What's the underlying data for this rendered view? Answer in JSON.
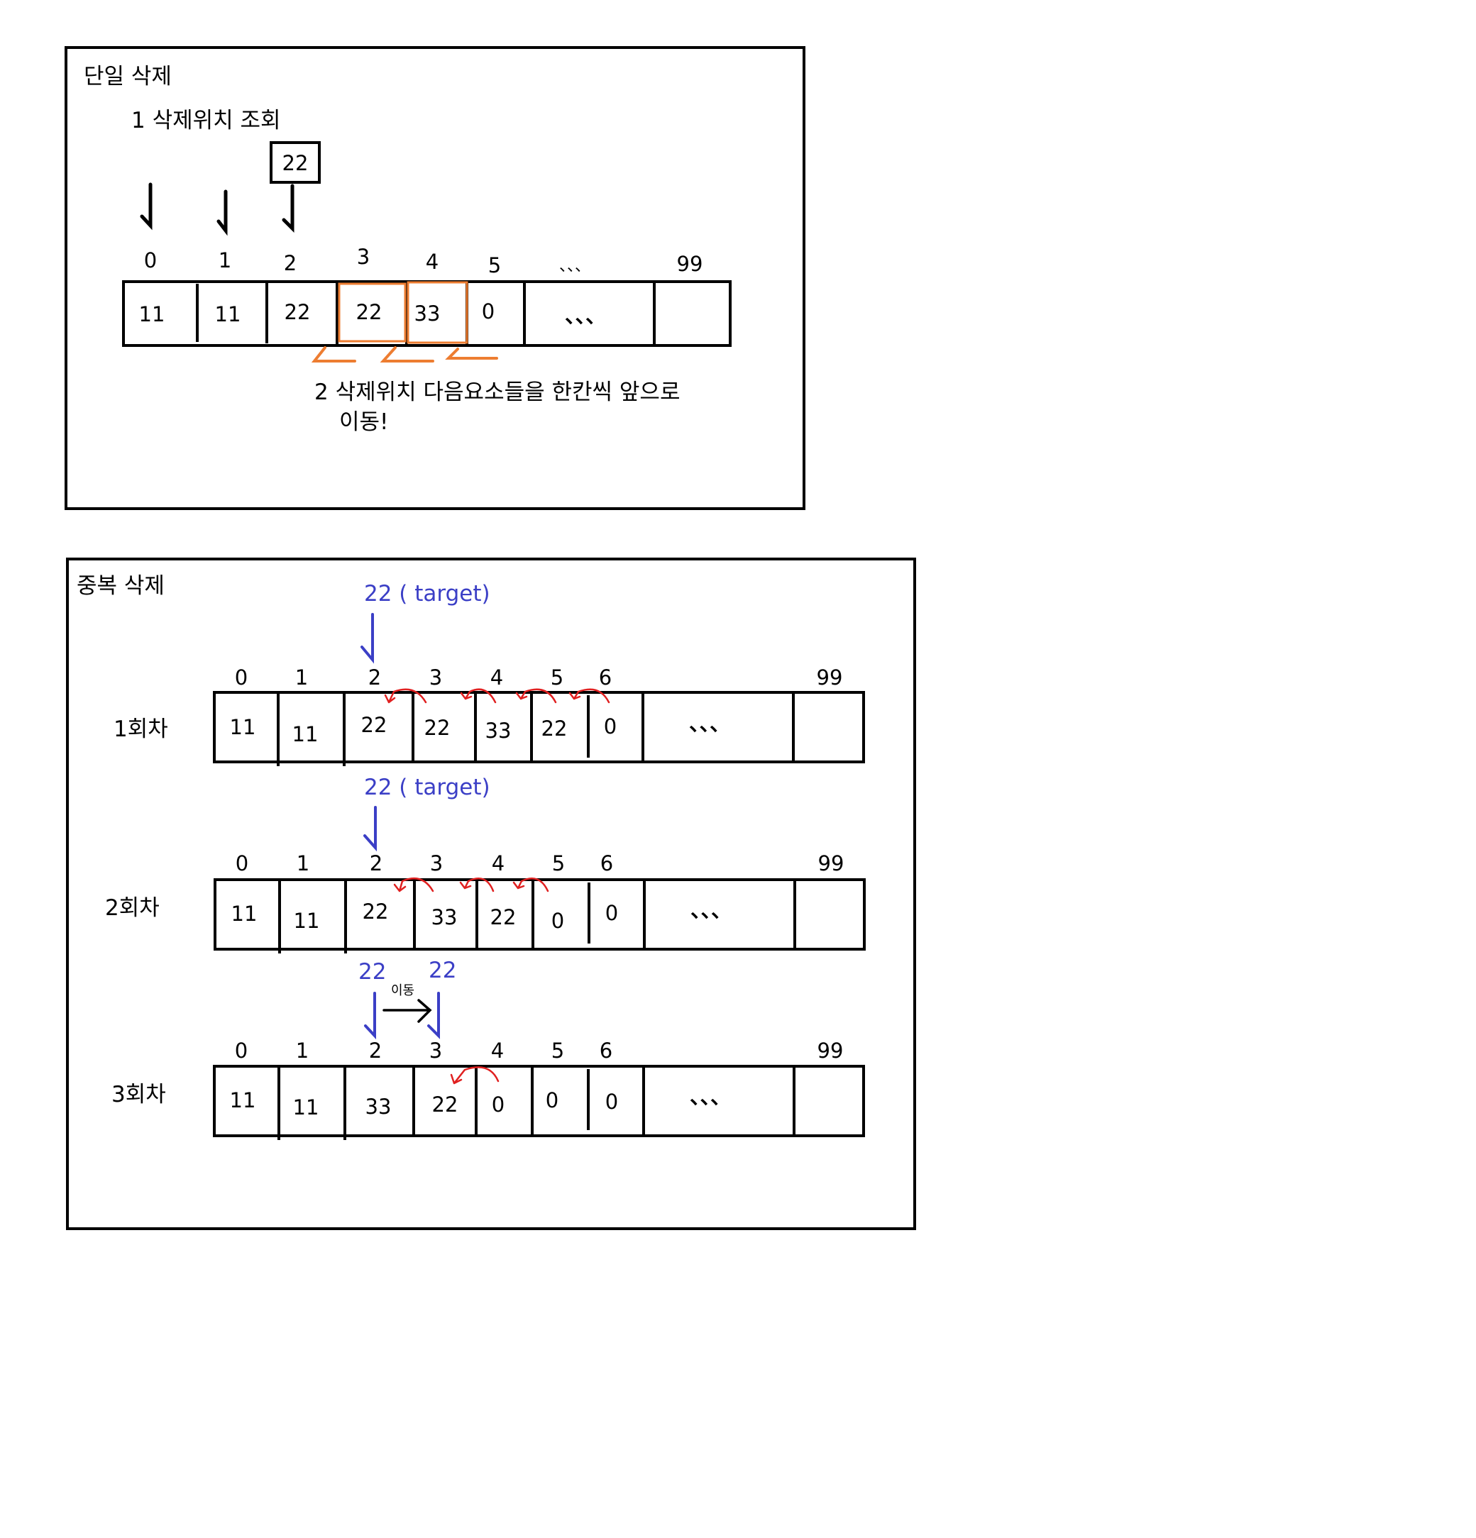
{
  "single": {
    "title": "단일 삭제",
    "step1": "1 삭제위치 조회",
    "search_value": "22",
    "indices": [
      "0",
      "1",
      "2",
      "3",
      "4",
      "5",
      "99"
    ],
    "dots": "、、、",
    "cells": [
      "11",
      "11",
      "22",
      "22",
      "33",
      "0",
      "、、、",
      ""
    ],
    "step2_line1": "2 삭제위치 다음요소들을 한칸씩 앞으로",
    "step2_line2": "이동!"
  },
  "multi": {
    "title": "중복 삭제",
    "rounds": [
      {
        "label": "1회차",
        "target": "22 ( target)",
        "indices": [
          "0",
          "1",
          "2",
          "3",
          "4",
          "5",
          "6",
          "99"
        ],
        "cells": [
          "11",
          "11",
          "22",
          "22",
          "33",
          "22",
          "0",
          "、、、",
          ""
        ]
      },
      {
        "label": "2회차",
        "target": "22 ( target)",
        "indices": [
          "0",
          "1",
          "2",
          "3",
          "4",
          "5",
          "6",
          "99"
        ],
        "cells": [
          "11",
          "11",
          "22",
          "33",
          "22",
          "0",
          "0",
          "、、、",
          ""
        ]
      },
      {
        "label": "3회차",
        "target_a": "22",
        "target_b": "22",
        "move_label": "이동",
        "indices": [
          "0",
          "1",
          "2",
          "3",
          "4",
          "5",
          "6",
          "99"
        ],
        "cells": [
          "11",
          "11",
          "33",
          "22",
          "0",
          "0",
          "0",
          "、、、",
          ""
        ]
      }
    ]
  },
  "colors": {
    "ink": "#000000",
    "highlight": "#ed7d31",
    "target": "#3b3fc6",
    "shift_arrow": "#e02020"
  }
}
